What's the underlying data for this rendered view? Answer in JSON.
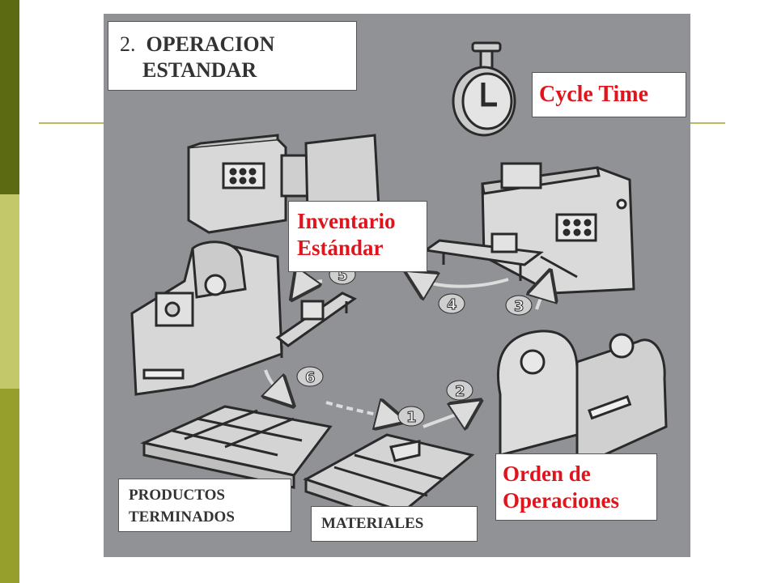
{
  "colors": {
    "sidebar_dark": "#5c6b12",
    "sidebar_light": "#c3c96b",
    "sidebar_mid": "#969f2c",
    "rule_line": "#b7bc5e",
    "panel_bg": "#8c8e91",
    "label_red": "#e0141c",
    "label_dark": "#333333"
  },
  "title": {
    "number": "2.",
    "line1": "OPERACION",
    "line2": "ESTANDAR"
  },
  "labels": {
    "cycle_time": "Cycle Time",
    "inventario_line1": "Inventario",
    "inventario_line2": "Estándar",
    "orden_line1": "Orden de",
    "orden_line2": "Operaciones",
    "productos_line1": "PRODUCTOS",
    "productos_line2": "TERMINADOS",
    "materiales": "MATERIALES"
  },
  "step_numbers": [
    "1",
    "2",
    "3",
    "4",
    "5",
    "6"
  ],
  "icons": [
    "stopwatch-icon",
    "machine-icon",
    "conveyor-table-icon",
    "tray-icon",
    "arrow-icon"
  ]
}
